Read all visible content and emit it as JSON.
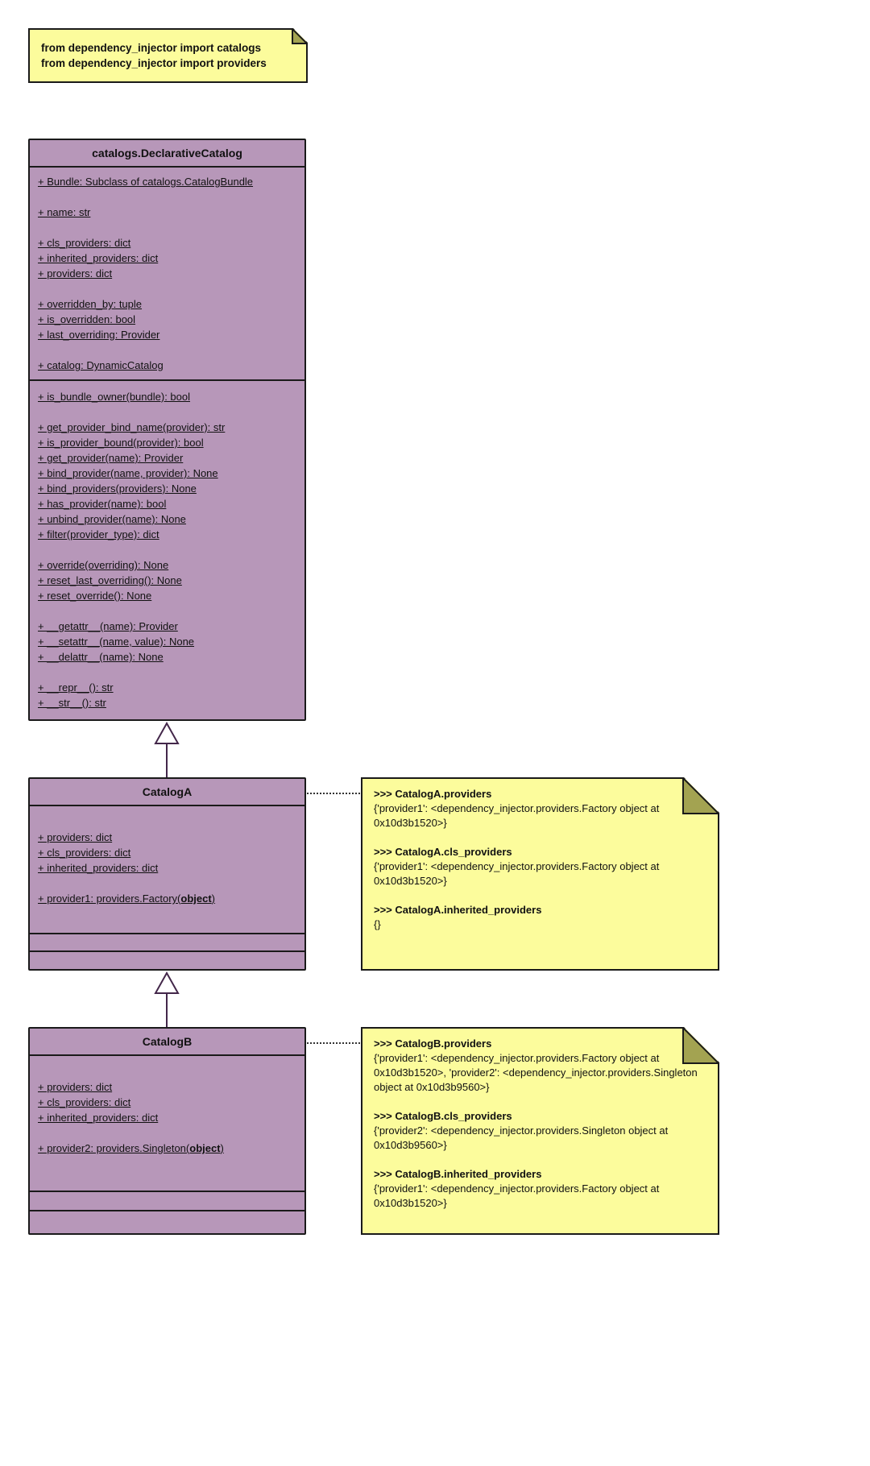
{
  "colors": {
    "class_fill": "#B797B9",
    "class_border": "#1a1a1a",
    "note_fill": "#FCFC9C",
    "note_fold": "#A3A351",
    "edge": "#43274A",
    "background": "#ffffff"
  },
  "import_note": {
    "lines": [
      "from dependency_injector import catalogs",
      "from dependency_injector import providers"
    ]
  },
  "declarative_catalog": {
    "title": "catalogs.DeclarativeCatalog",
    "attributes": [
      "+ Bundle: Subclass of catalogs.CatalogBundle",
      "",
      "+ name: str",
      "",
      "+ cls_providers: dict",
      "+ inherited_providers: dict",
      "+ providers: dict",
      "",
      "+ overridden_by: tuple",
      "+ is_overridden: bool",
      "+ last_overriding: Provider",
      "",
      "+ catalog: DynamicCatalog"
    ],
    "methods": [
      "+ is_bundle_owner(bundle): bool",
      "",
      "+ get_provider_bind_name(provider): str",
      "+ is_provider_bound(provider): bool",
      "+ get_provider(name): Provider",
      "+ bind_provider(name, provider): None",
      "+ bind_providers(providers): None",
      "+ has_provider(name): bool",
      "+ unbind_provider(name): None",
      "+ filter(provider_type): dict",
      "",
      "+ override(overriding): None",
      "+ reset_last_overriding(): None",
      "+ reset_override(): None",
      "",
      "+ __getattr__(name): Provider",
      "+ __setattr__(name, value): None",
      "+ __delattr__(name): None",
      "",
      "+ __repr__(): str",
      "+ __str__(): str"
    ]
  },
  "catalog_a": {
    "title": "CatalogA",
    "attributes": [
      "",
      "+ providers: dict",
      "+ cls_providers: dict",
      "+ inherited_providers: dict",
      ""
    ],
    "provider_attr": {
      "prefix": "+ provider1: providers.Factory(",
      "bold": "object",
      "suffix": ")"
    }
  },
  "catalog_b": {
    "title": "CatalogB",
    "attributes": [
      "",
      "+ providers: dict",
      "+ cls_providers: dict",
      "+ inherited_providers: dict",
      ""
    ],
    "provider_attr": {
      "prefix": "+ provider2: providers.Singleton(",
      "bold": "object",
      "suffix": ")"
    }
  },
  "note_a": {
    "sections": [
      {
        "header": ">>> CatalogA.providers",
        "body": "{'provider1': <dependency_injector.providers.Factory object at 0x10d3b1520>}"
      },
      {
        "header": ">>> CatalogA.cls_providers",
        "body": "{'provider1': <dependency_injector.providers.Factory object at 0x10d3b1520>}"
      },
      {
        "header": ">>> CatalogA.inherited_providers",
        "body": "{}"
      }
    ]
  },
  "note_b": {
    "sections": [
      {
        "header": ">>> CatalogB.providers",
        "body": "{'provider1': <dependency_injector.providers.Factory object at 0x10d3b1520>, 'provider2': <dependency_injector.providers.Singleton object at 0x10d3b9560>}"
      },
      {
        "header": ">>> CatalogB.cls_providers",
        "body": "{'provider2': <dependency_injector.providers.Singleton object at 0x10d3b9560>}"
      },
      {
        "header": ">>> CatalogB.inherited_providers",
        "body": "{'provider1': <dependency_injector.providers.Factory object at 0x10d3b1520>}"
      }
    ]
  }
}
